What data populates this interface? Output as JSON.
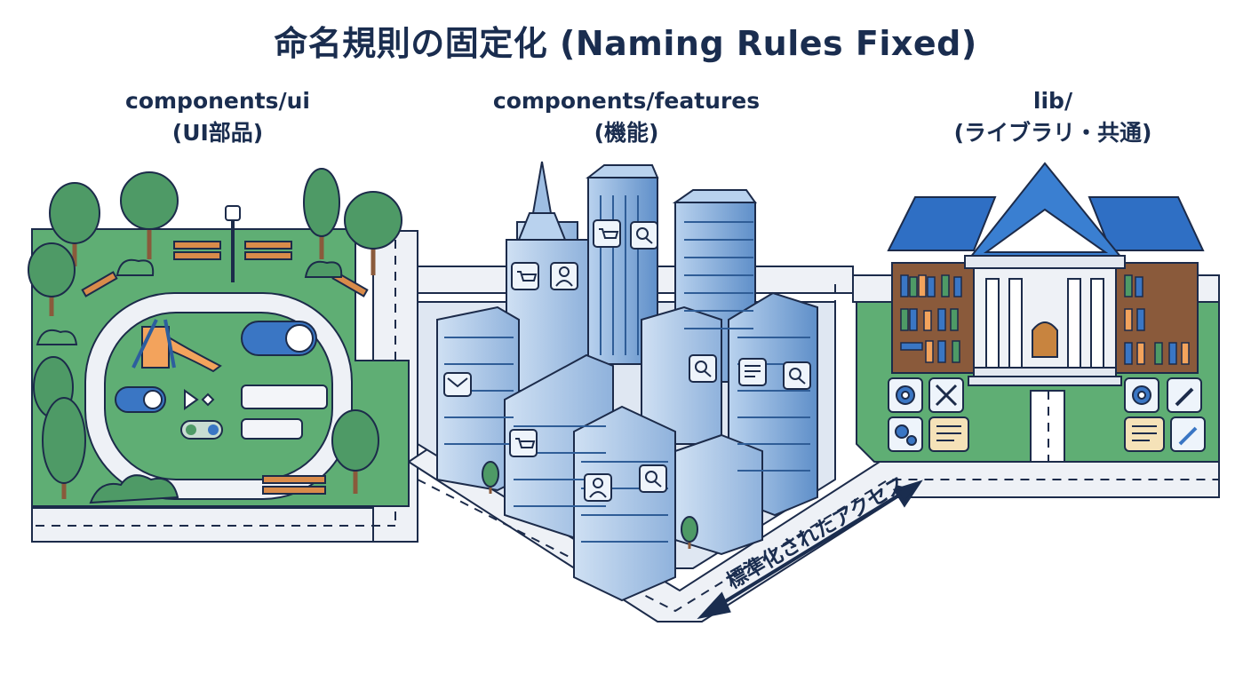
{
  "title": "命名規則の固定化 (Naming Rules Fixed)",
  "districts": [
    {
      "path": "components/ui",
      "desc": "(UI部品)"
    },
    {
      "path": "components/features",
      "desc": "(機能)"
    },
    {
      "path": "lib/",
      "desc": "(ライブラリ・共通)"
    }
  ],
  "road_label": "標準化されたアクセス",
  "colors": {
    "park_green": "#5fae74",
    "tree_green": "#4e9a66",
    "road": "#eef1f6",
    "building_blue": "#7fa6d6",
    "roof_blue": "#2f6fc4",
    "bookshelf": "#8a5a3b",
    "outline": "#1c2b4a"
  },
  "icons": [
    "cart-icon",
    "search-icon",
    "user-icon",
    "mail-icon",
    "gear-icon",
    "wrench-icon",
    "scroll-icon",
    "toggle-icon",
    "slider-icon",
    "book-icon"
  ]
}
